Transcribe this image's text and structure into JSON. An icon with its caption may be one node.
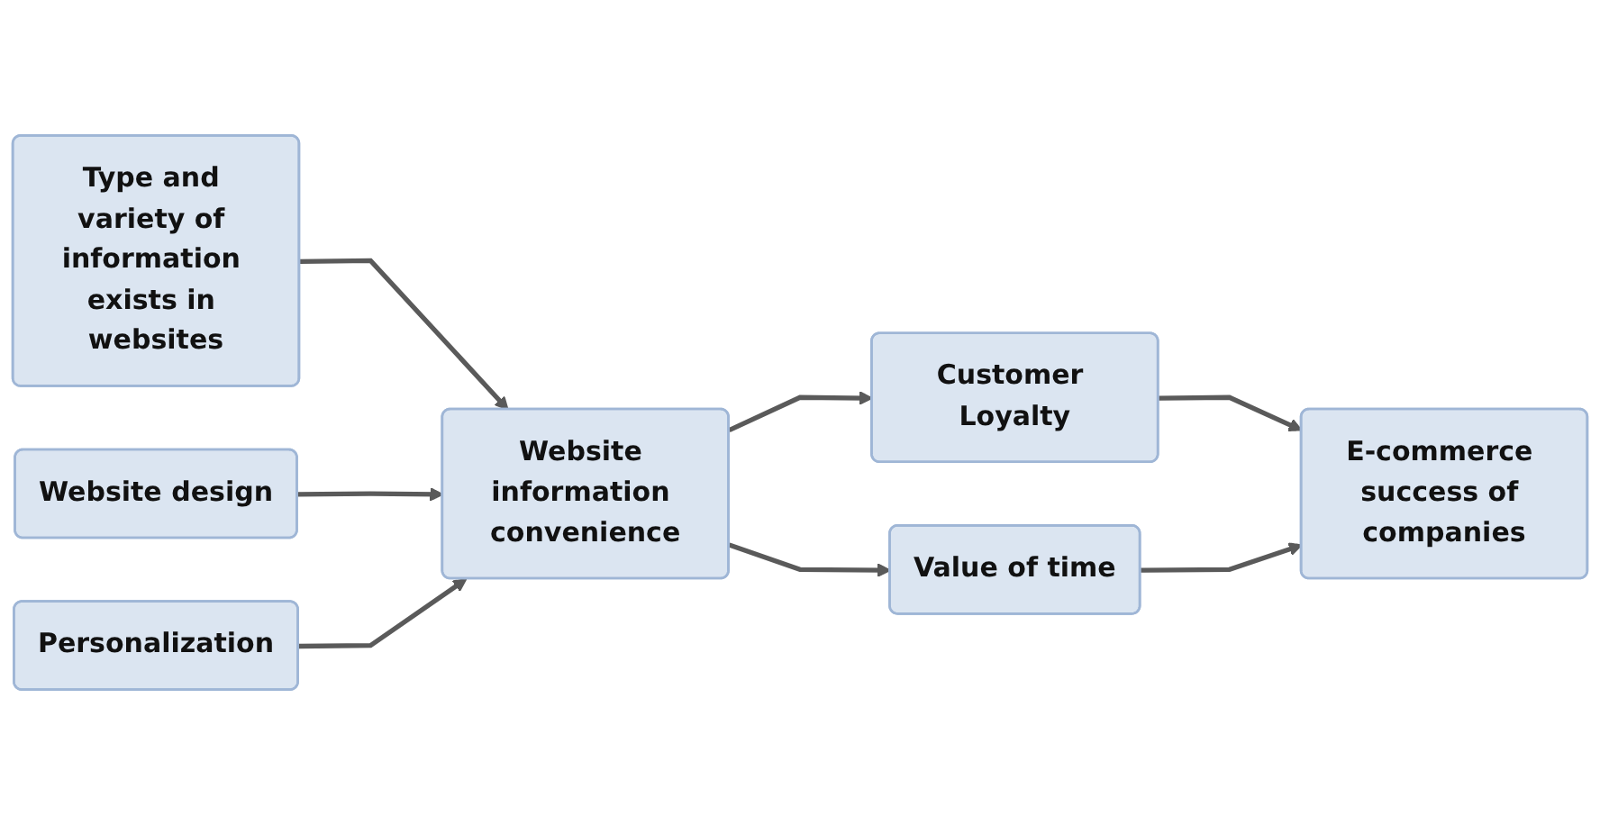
{
  "diagram": {
    "nodes": [
      {
        "text": [
          "Type and variety of information exists in websites"
        ]
      },
      {
        "text": [
          "Website design"
        ]
      },
      {
        "text": [
          "Personalization"
        ]
      },
      {
        "text": [
          "Website information convenience"
        ]
      },
      {
        "text": [
          "Customer Loyalty"
        ]
      },
      {
        "text": [
          "Value of time"
        ]
      },
      {
        "text": [
          "E-commerce success of companies"
        ]
      }
    ],
    "edges": [
      {
        "from": 0,
        "to": 3,
        "arrow": "to"
      },
      {
        "from": 1,
        "to": 3,
        "arrow": "to"
      },
      {
        "from": 2,
        "to": 3,
        "arrow": "to"
      },
      {
        "from": 3,
        "to": 4,
        "arrow": "to"
      },
      {
        "from": 3,
        "to": 5,
        "arrow": "to"
      },
      {
        "from": 4,
        "to": 6,
        "arrow": "to"
      },
      {
        "from": 5,
        "to": 6,
        "arrow": "to"
      }
    ]
  }
}
